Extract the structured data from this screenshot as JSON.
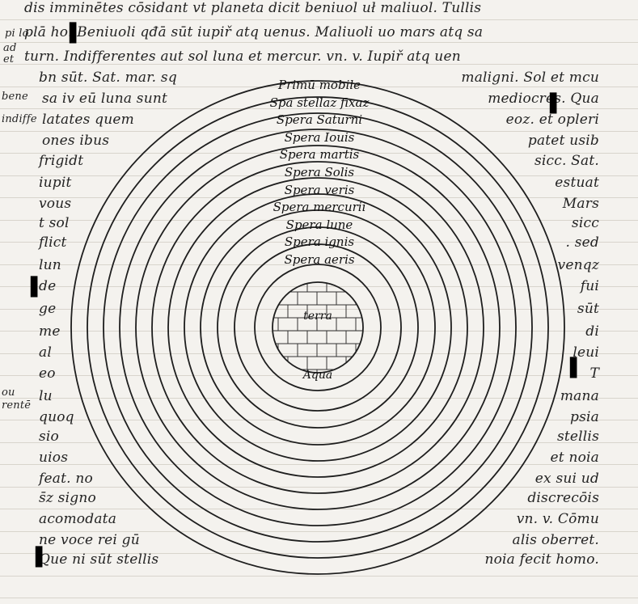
{
  "manuscript": {
    "top_lines": [
      "dis imminētes cōsidant vt planeta dicit beniuol uł maliuol. Tullis",
      "plā ho. Beniuoli qđā sūt iupiř atq uenus. Maliuoli uo mars atq sa",
      "turn. Indifferentes aut sol luna et mercur. vn. v. Iupiř atq uen"
    ],
    "margin_notes": [
      "pi lo",
      "ad",
      "et",
      "bene",
      "indiffe",
      "ou",
      "rentē"
    ],
    "left_column": [
      "bn sūt. Sat. mar. sq",
      "sa iv eū luna sunt",
      "latates quem",
      "ones ibus",
      "frigidt",
      "iupit",
      "vous",
      "t sol",
      "flict",
      "lun",
      "de",
      "ge",
      "me",
      "al",
      "eo",
      "lu",
      "quoq",
      "sio",
      "uios",
      "feat. no",
      "s̄z signo",
      "acomodata",
      "ne voce rei gū",
      "Que ni sūt stellis"
    ],
    "right_column": [
      "maligni. Sol et mcu",
      "mediocres. Qua",
      "eoz. et opleri",
      "patet usib",
      "sicc. Sat.",
      "estuat",
      "Mars",
      "sicc",
      ". sed",
      "venqz",
      "fui",
      "sūt",
      "di",
      "leui",
      "T",
      "mana",
      "psia",
      "stellis",
      "et noia",
      "ex sui ud",
      "discrecōis",
      "vn. v. Cōmu",
      "alis oberret.",
      "noia fecit homo."
    ]
  },
  "diagram": {
    "spheres": [
      "Primū mobile",
      "Spa stellaz fixaz",
      "Spera Saturni",
      "Spera Iouis",
      "Spera martis",
      "Spera Solis",
      "Spera veris",
      "Spera mercurii",
      "Spera lune",
      "Spera ignis",
      "Spera aeris"
    ],
    "center_label": "terra",
    "water_label": "Aqua"
  }
}
